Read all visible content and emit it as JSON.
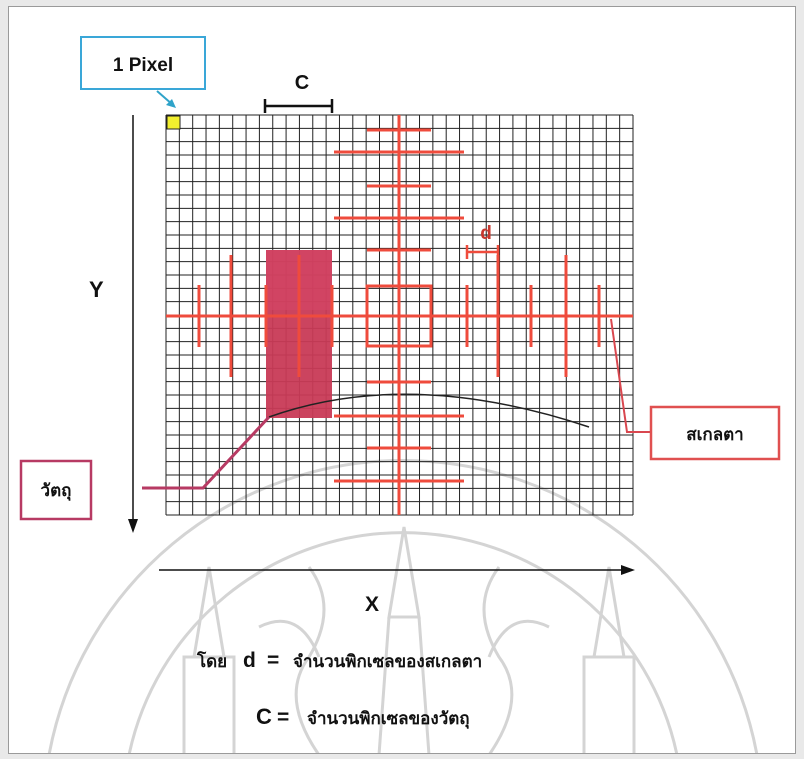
{
  "labels": {
    "pixel_box": "1 Pixel",
    "axis_x": "X",
    "axis_y": "Y",
    "c_symbol": "C",
    "d_symbol": "d",
    "scale_box": "สเกลตา",
    "object_box": "วัตถุ"
  },
  "legend": {
    "line1_prefix": "โดย",
    "line1_var": "d",
    "line1_eq": "=",
    "line1_text": "จำนวนพิกเซลของสเกลตา",
    "line2_var": "C",
    "line2_eq": "=",
    "line2_text": "จำนวนพิกเซลของวัตถุ"
  },
  "colors": {
    "grid": "#222222",
    "scale": "#ef4b3c",
    "object_fill": "#c83a56",
    "object_fill_top": "#d64566",
    "pixel_highlight": "#f2ef2e",
    "pixel_box_border": "#3aa7d8",
    "callout_border": "#d9474f",
    "object_box_border": "#b73a63",
    "watermark": "#d8d8d8"
  }
}
